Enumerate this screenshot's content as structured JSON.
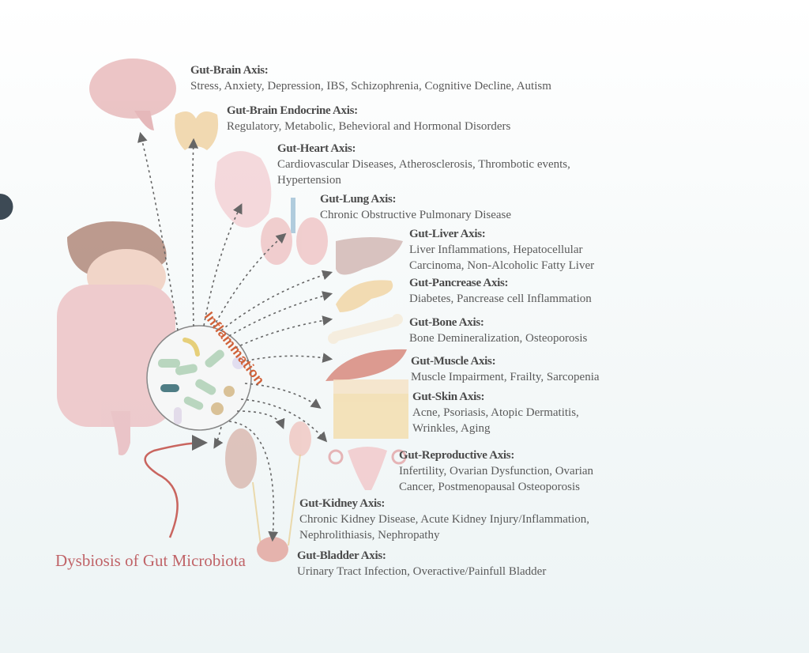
{
  "axes": [
    {
      "title": "Gut-Brain Axis:",
      "desc": [
        "Stress, Anxiety, Depression, IBS, Schizophrenia, Cognitive Decline, Autism"
      ]
    },
    {
      "title": "Gut-Brain Endocrine Axis:",
      "desc": [
        "Regulatory, Metabolic, Behevioral and Hormonal Disorders"
      ]
    },
    {
      "title": "Gut-Heart Axis:",
      "desc": [
        "Cardiovascular Diseases, Atherosclerosis, Thrombotic events,",
        "Hypertension"
      ]
    },
    {
      "title": "Gut-Lung Axis:",
      "desc": [
        "Chronic Obstructive Pulmonary Disease"
      ]
    },
    {
      "title": "Gut-Liver Axis:",
      "desc": [
        "Liver Inflammations, Hepatocellular",
        "Carcinoma, Non-Alcoholic Fatty Liver"
      ]
    },
    {
      "title": "Gut-Pancrease Axis:",
      "desc": [
        "Diabetes, Pancrease cell Inflammation"
      ]
    },
    {
      "title": "Gut-Bone Axis:",
      "desc": [
        "Bone Demineralization, Osteoporosis"
      ]
    },
    {
      "title": "Gut-Muscle Axis:",
      "desc": [
        "Muscle Impairment, Frailty, Sarcopenia"
      ]
    },
    {
      "title": "Gut-Skin Axis:",
      "desc": [
        "Acne, Psoriasis, Atopic Dermatitis,",
        "Wrinkles, Aging"
      ]
    },
    {
      "title": "Gut-Reproductive Axis:",
      "desc": [
        "Infertility, Ovarian Dysfunction, Ovarian",
        "Cancer, Postmenopausal Osteoporosis"
      ]
    },
    {
      "title": "Gut-Kidney Axis:",
      "desc": [
        "Chronic Kidney Disease, Acute Kidney Injury/Inflammation,",
        "Nephrolithiasis, Nephropathy"
      ]
    },
    {
      "title": "Gut-Bladder Axis:",
      "desc": [
        "Urinary Tract Infection, Overactive/Painfull Bladder"
      ]
    }
  ],
  "inflammation_label": "Inflammation",
  "source_label": "Dysbiosis of Gut Microbiota",
  "colors": {
    "accent": "#d0623a",
    "source": "#c06468",
    "arrow": "#666666"
  }
}
